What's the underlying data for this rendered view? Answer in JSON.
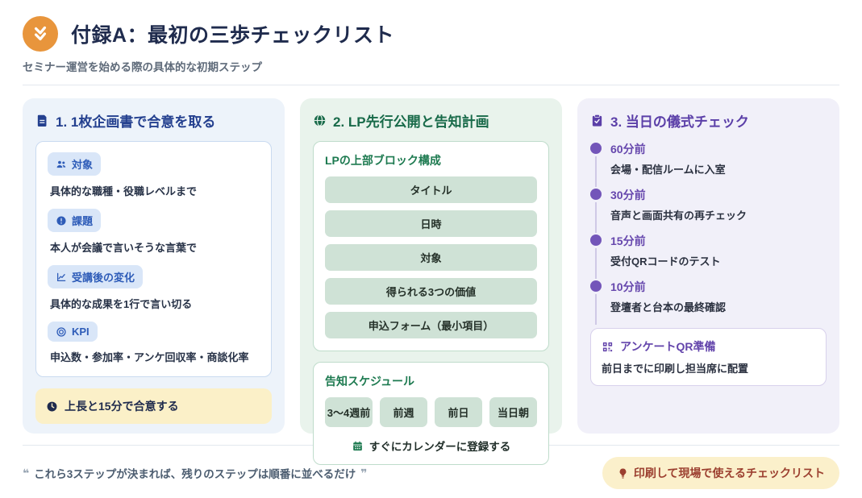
{
  "header": {
    "title": "付録A：最初の三歩チェックリスト",
    "subtitle": "セミナー運営を始める際の具体的な初期ステップ"
  },
  "colors": {
    "accent_orange": "#e8953c",
    "step1_blue": "#2e5cb8",
    "step2_green": "#1d7a50",
    "step3_purple": "#6647ad",
    "callout_yellow": "#fbf0c8",
    "print_red_brown": "#9c4030"
  },
  "step1": {
    "title": "1. 1枚企画書で合意を取る",
    "items": [
      {
        "icon": "people-icon",
        "label": "対象",
        "desc": "具体的な職種・役職レベルまで"
      },
      {
        "icon": "alert-icon",
        "label": "課題",
        "desc": "本人が会議で言いそうな言葉で"
      },
      {
        "icon": "chart-icon",
        "label": "受講後の変化",
        "desc": "具体的な成果を1行で言い切る"
      },
      {
        "icon": "target-icon",
        "label": "KPI",
        "desc": "申込数・参加率・アンケ回収率・商談化率"
      }
    ],
    "callout": "上長と15分で合意する"
  },
  "step2": {
    "title": "2. LP先行公開と告知計画",
    "lp_section_title": "LPの上部ブロック構成",
    "lp_blocks": [
      "タイトル",
      "日時",
      "対象",
      "得られる3つの価値",
      "申込フォーム（最小項目）"
    ],
    "schedule_title": "告知スケジュール",
    "schedule_chips": [
      "3〜4週前",
      "前週",
      "前日",
      "当日朝"
    ],
    "calendar_note": "すぐにカレンダーに登録する"
  },
  "step3": {
    "title": "3. 当日の儀式チェック",
    "timeline": [
      {
        "time": "60分前",
        "desc": "会場・配信ルームに入室"
      },
      {
        "time": "30分前",
        "desc": "音声と画面共有の再チェック"
      },
      {
        "time": "15分前",
        "desc": "受付QRコードのテスト"
      },
      {
        "time": "10分前",
        "desc": "登壇者と台本の最終確認"
      }
    ],
    "qr_box": {
      "title": "アンケートQR準備",
      "desc": "前日までに印刷し担当席に配置"
    }
  },
  "footer": {
    "open_quote": "❝",
    "quote": "これら3ステップが決まれば、残りのステップは順番に並べるだけ",
    "close_quote": "❞",
    "print_badge": "印刷して現場で使えるチェックリスト"
  }
}
